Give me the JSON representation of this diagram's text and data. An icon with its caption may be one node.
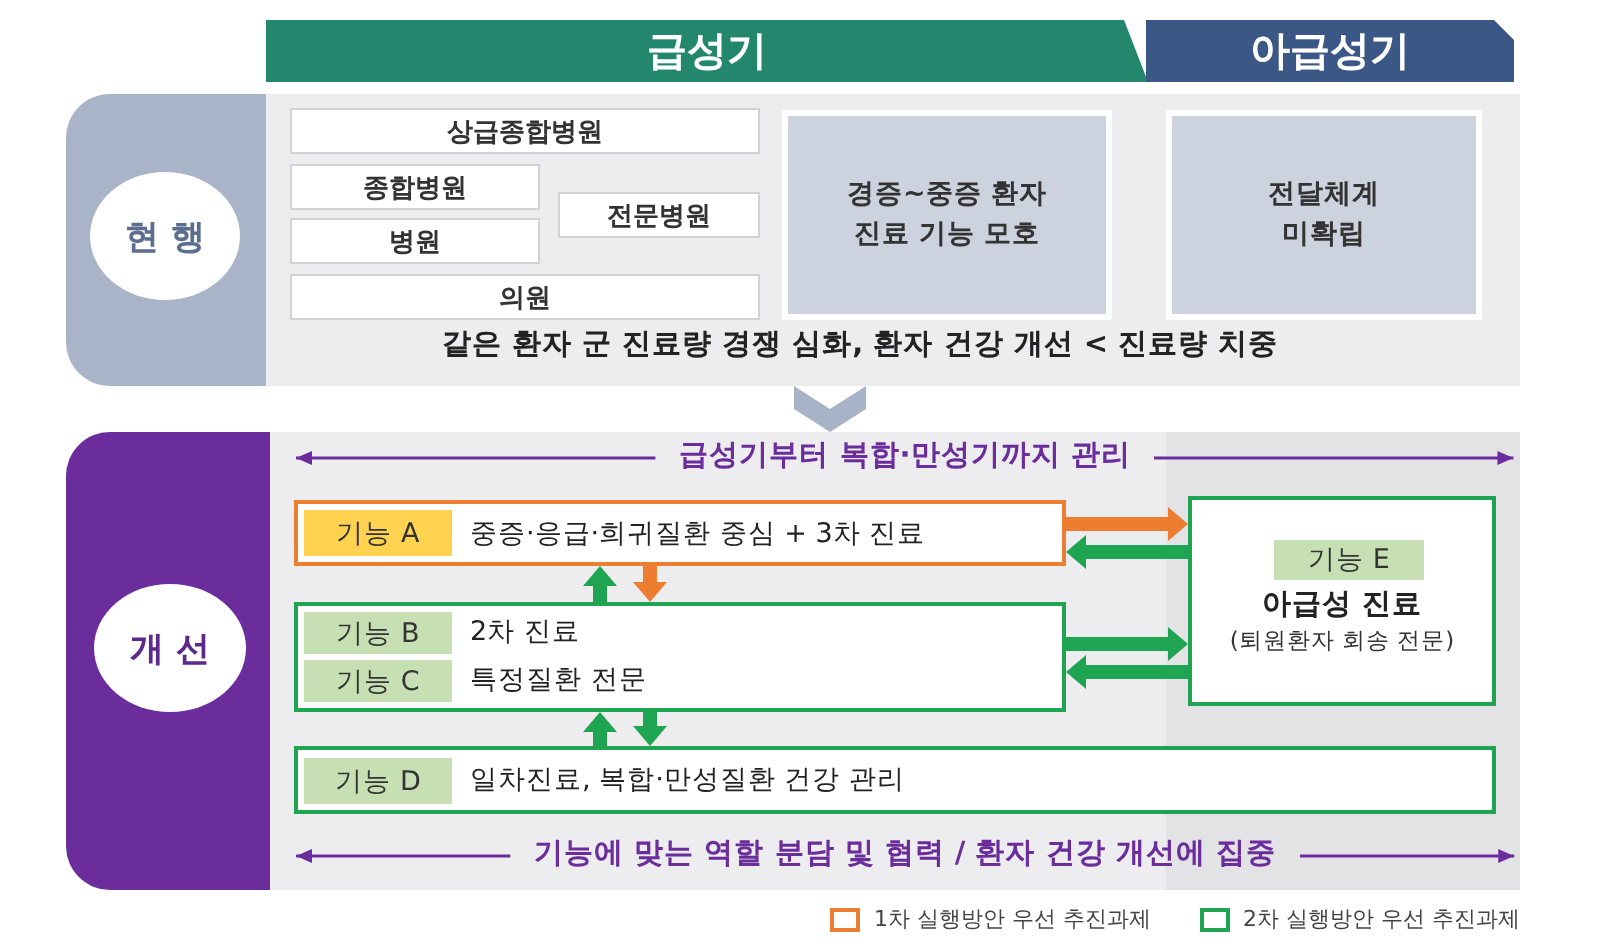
{
  "diagram": {
    "nodes": [
      {
        "text": [
          "급성기"
        ]
      },
      {
        "text": [
          "아급성기"
        ]
      },
      {
        "text": [
          "같은 환자 군 진료량 경쟁 심화, 환자 건강 개선 < 진료량 치중"
        ]
      },
      {
        "text": [
          "현 행"
        ],
        "in": 2
      },
      {
        "text": [
          "상급종합병원"
        ],
        "in": 2
      },
      {
        "text": [
          "종합병원"
        ],
        "in": 2
      },
      {
        "text": [
          "전문병원"
        ],
        "in": 2
      },
      {
        "text": [
          "병원"
        ],
        "in": 2
      },
      {
        "text": [
          "의원"
        ],
        "in": 2
      },
      {
        "text": [
          "경증~중증 환자 진료 기능 모호"
        ],
        "in": 2
      },
      {
        "text": [
          "전달체계 미확립"
        ],
        "in": 2
      },
      {
        "text": [
          "급성기부터 복합·만성기까지 관리",
          "기능에 맞는 역할 분담 및 협력 / 환자 건강 개선에 집중"
        ]
      },
      {
        "text": [
          "개 선"
        ],
        "in": 11
      },
      {
        "text": [
          "중증·응급·희귀질환 중심 + 3차 진료"
        ],
        "in": 11
      },
      {
        "text": [
          "기능 A"
        ],
        "in": 13
      },
      {
        "text": [
          "아급성 진료",
          "(퇴원환자 회송 전문)"
        ],
        "in": 11
      },
      {
        "text": [
          "기능 E"
        ],
        "in": 15
      },
      {
        "text": [
          "2차 진료",
          "특정질환 전문"
        ],
        "in": 11
      },
      {
        "text": [
          "기능 B"
        ],
        "in": 17
      },
      {
        "text": [
          "기능 C"
        ],
        "in": 17
      },
      {
        "text": [
          "일차진료, 복합·만성질환 건강 관리"
        ],
        "in": 11
      },
      {
        "text": [
          "기능 D"
        ],
        "in": 20
      }
    ],
    "edges": [
      {
        "from": 2,
        "to": 11,
        "arrow": "to",
        "color": "#a9b3c7"
      },
      {
        "from": 13,
        "to": 15,
        "arrow": "to",
        "color": "#ed7d31"
      },
      {
        "from": 15,
        "to": 13,
        "arrow": "to"
      },
      {
        "from": 17,
        "to": 15,
        "arrow": "to"
      },
      {
        "from": 15,
        "to": 17,
        "arrow": "to"
      },
      {
        "from": 17,
        "to": 13,
        "arrow": "to"
      },
      {
        "from": 13,
        "to": 17,
        "arrow": "to",
        "color": "#ed7d31"
      },
      {
        "from": 20,
        "to": 17,
        "arrow": "to"
      },
      {
        "from": 17,
        "to": 20,
        "arrow": "to"
      }
    ],
    "legend": [
      {
        "text": "1차 실행방안 우선 추진과제",
        "color": "#ed7d31"
      },
      {
        "text": "2차 실행방안 우선 추진과제",
        "color": "#1fa551"
      }
    ]
  }
}
